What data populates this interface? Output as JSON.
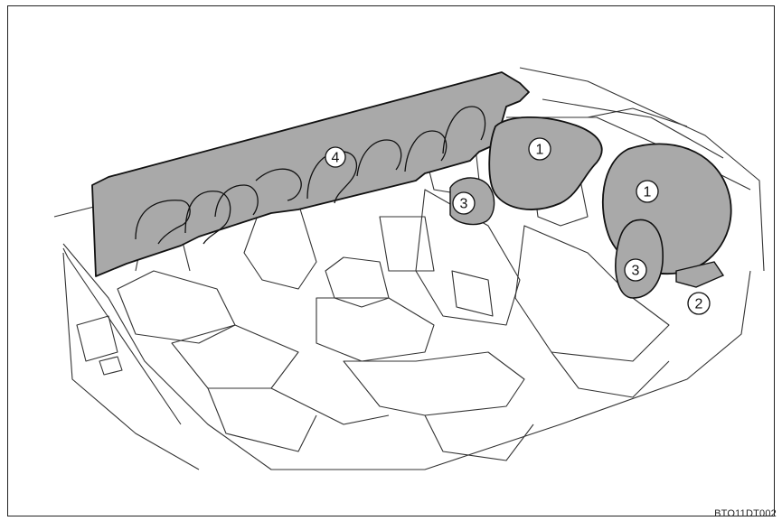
{
  "figure": {
    "reference_code": "BTO11DT002"
  },
  "callouts": [
    {
      "id": "front-airbag-passenger",
      "label": "1"
    },
    {
      "id": "front-airbag-driver",
      "label": "1"
    },
    {
      "id": "knee-airbag",
      "label": "2"
    },
    {
      "id": "side-airbag-front-passenger",
      "label": "3"
    },
    {
      "id": "side-airbag-driver",
      "label": "3"
    },
    {
      "id": "curtain-shield-airbag",
      "label": "4"
    }
  ],
  "colors": {
    "airbag_fill": "#a9a9a9",
    "line": "#222222",
    "background": "#ffffff"
  }
}
